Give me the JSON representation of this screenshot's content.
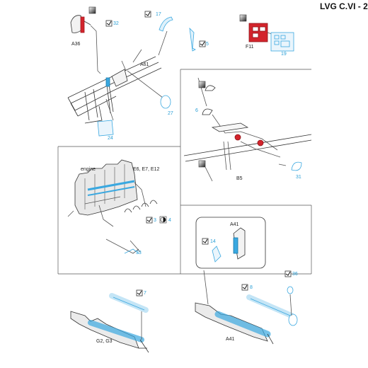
{
  "header": {
    "title": "LVG C.VI - 2"
  },
  "labels": {
    "A36": "A36",
    "p32": "32",
    "p17": "17",
    "p5": "5",
    "F11": "F11",
    "p19": "19",
    "A61": "A61",
    "p27": "27",
    "p24": "24",
    "p6": "6",
    "B5": "B5",
    "p31": "31",
    "engine": "engine",
    "E": "E6, E7, E12",
    "p3": "3",
    "p4": "4",
    "p33": "33",
    "A41a": "A41",
    "p14": "14",
    "p36": "36",
    "p8": "8",
    "p7": "7",
    "G": "G2, G3",
    "A41b": "A41"
  },
  "colors": {
    "etch_blue": "#3aa8e0",
    "paint_red": "#d3242c",
    "label_blue": "#2a9fd6",
    "line": "#333333"
  },
  "icons": {
    "checkbox": "checkbox-icon",
    "gradient": "gradient-square-icon",
    "half_circle": "half-circle-icon"
  }
}
